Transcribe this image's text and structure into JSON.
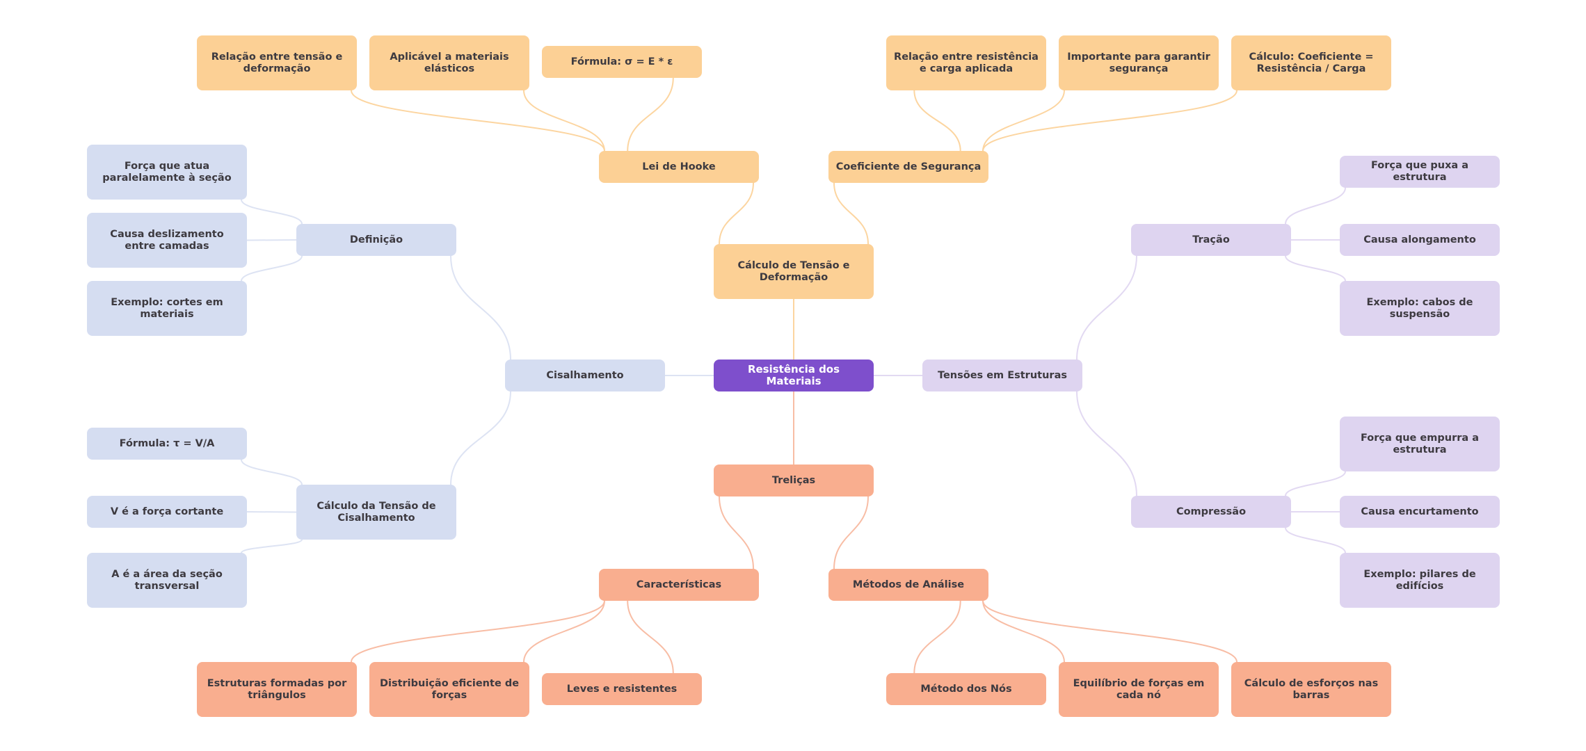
{
  "title": "Resistência dos Materiais",
  "colors": {
    "root": "#7e4fcc",
    "orange": "#fcd095",
    "orange_edge": "#fcd5a0",
    "salmon": "#f9ae8f",
    "salmon_edge": "#f8bda5",
    "blue": "#d5ddf1",
    "blue_edge": "#dde3f3",
    "lavender": "#ded4f0",
    "lavender_edge": "#e2d9f2"
  },
  "nodes": [
    {
      "id": "root",
      "label": "Resistência dos Materiais",
      "group": "root"
    },
    {
      "id": "calc",
      "label": "Cálculo de Tensão e Deformação",
      "group": "orange",
      "parent": "root"
    },
    {
      "id": "hooke",
      "label": "Lei de Hooke",
      "group": "orange",
      "parent": "calc"
    },
    {
      "id": "hooke1",
      "label": "Relação entre tensão e deformação",
      "group": "orange",
      "parent": "hooke"
    },
    {
      "id": "hooke2",
      "label": "Aplicável a materiais elásticos",
      "group": "orange",
      "parent": "hooke"
    },
    {
      "id": "hooke3",
      "label": "Fórmula: σ = E * ε",
      "group": "orange",
      "parent": "hooke"
    },
    {
      "id": "coef",
      "label": "Coeficiente de Segurança",
      "group": "orange",
      "parent": "calc"
    },
    {
      "id": "coef1",
      "label": "Relação entre resistência e carga aplicada",
      "group": "orange",
      "parent": "coef"
    },
    {
      "id": "coef2",
      "label": "Importante para garantir segurança",
      "group": "orange",
      "parent": "coef"
    },
    {
      "id": "coef3",
      "label": "Cálculo: Coeficiente = Resistência / Carga",
      "group": "orange",
      "parent": "coef"
    },
    {
      "id": "cis",
      "label": "Cisalhamento",
      "group": "blue",
      "parent": "root"
    },
    {
      "id": "def",
      "label": "Definição",
      "group": "blue",
      "parent": "cis"
    },
    {
      "id": "def1",
      "label": "Força que atua paralelamente à seção",
      "group": "blue",
      "parent": "def"
    },
    {
      "id": "def2",
      "label": "Causa deslizamento entre camadas",
      "group": "blue",
      "parent": "def"
    },
    {
      "id": "def3",
      "label": "Exemplo: cortes em materiais",
      "group": "blue",
      "parent": "def"
    },
    {
      "id": "ctc",
      "label": "Cálculo da Tensão de Cisalhamento",
      "group": "blue",
      "parent": "cis"
    },
    {
      "id": "ctc1",
      "label": "Fórmula: τ = V/A",
      "group": "blue",
      "parent": "ctc"
    },
    {
      "id": "ctc2",
      "label": "V é a força cortante",
      "group": "blue",
      "parent": "ctc"
    },
    {
      "id": "ctc3",
      "label": "A é a área da seção transversal",
      "group": "blue",
      "parent": "ctc"
    },
    {
      "id": "ten",
      "label": "Tensões em Estruturas",
      "group": "lavender",
      "parent": "root"
    },
    {
      "id": "tra",
      "label": "Tração",
      "group": "lavender",
      "parent": "ten"
    },
    {
      "id": "tra1",
      "label": "Força que puxa a estrutura",
      "group": "lavender",
      "parent": "tra"
    },
    {
      "id": "tra2",
      "label": "Causa alongamento",
      "group": "lavender",
      "parent": "tra"
    },
    {
      "id": "tra3",
      "label": "Exemplo: cabos de suspensão",
      "group": "lavender",
      "parent": "tra"
    },
    {
      "id": "com",
      "label": "Compressão",
      "group": "lavender",
      "parent": "ten"
    },
    {
      "id": "com1",
      "label": "Força que empurra a estrutura",
      "group": "lavender",
      "parent": "com"
    },
    {
      "id": "com2",
      "label": "Causa encurtamento",
      "group": "lavender",
      "parent": "com"
    },
    {
      "id": "com3",
      "label": "Exemplo: pilares de edifícios",
      "group": "lavender",
      "parent": "com"
    },
    {
      "id": "tre",
      "label": "Treliças",
      "group": "salmon",
      "parent": "root"
    },
    {
      "id": "car",
      "label": "Características",
      "group": "salmon",
      "parent": "tre"
    },
    {
      "id": "car1",
      "label": "Estruturas formadas por triângulos",
      "group": "salmon",
      "parent": "car"
    },
    {
      "id": "car2",
      "label": "Distribuição eficiente de forças",
      "group": "salmon",
      "parent": "car"
    },
    {
      "id": "car3",
      "label": "Leves e resistentes",
      "group": "salmon",
      "parent": "car"
    },
    {
      "id": "met",
      "label": "Métodos de Análise",
      "group": "salmon",
      "parent": "tre"
    },
    {
      "id": "met1",
      "label": "Método dos Nós",
      "group": "salmon",
      "parent": "met"
    },
    {
      "id": "met2",
      "label": "Equilíbrio de forças em cada nó",
      "group": "salmon",
      "parent": "met"
    },
    {
      "id": "met3",
      "label": "Cálculo de esforços nas barras",
      "group": "salmon",
      "parent": "met"
    }
  ]
}
